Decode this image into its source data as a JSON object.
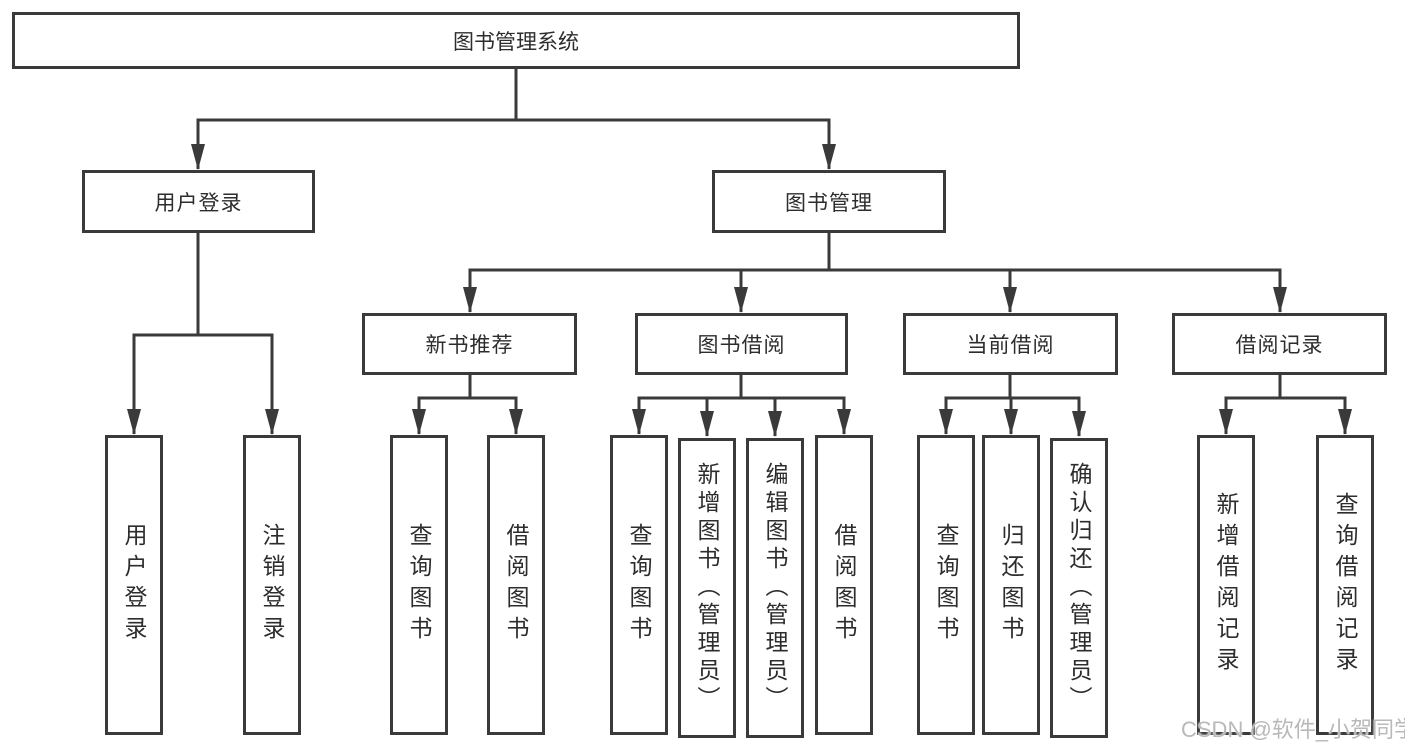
{
  "colors": {
    "line": "#3a3a3a",
    "border": "#3a3a3a",
    "text": "#2d2d2d",
    "watermark_text": "#b9b9b9",
    "background": "#ffffff"
  },
  "diagram": {
    "root": "图书管理系统",
    "branches": [
      {
        "label": "用户登录",
        "children": [
          "用户登录",
          "注销登录"
        ]
      },
      {
        "label": "图书管理",
        "groups": [
          {
            "label": "新书推荐",
            "children": [
              "查询图书",
              "借阅图书"
            ]
          },
          {
            "label": "图书借阅",
            "children": [
              "查询图书",
              "新增图书（管理员）",
              "编辑图书（管理员）",
              "借阅图书"
            ]
          },
          {
            "label": "当前借阅",
            "children": [
              "查询图书",
              "归还图书",
              "确认归还（管理员）"
            ]
          },
          {
            "label": "借阅记录",
            "children": [
              "新增借阅记录",
              "查询借阅记录"
            ]
          }
        ]
      }
    ]
  },
  "watermark": {
    "text": "CSDN @软件_小贺同学"
  }
}
